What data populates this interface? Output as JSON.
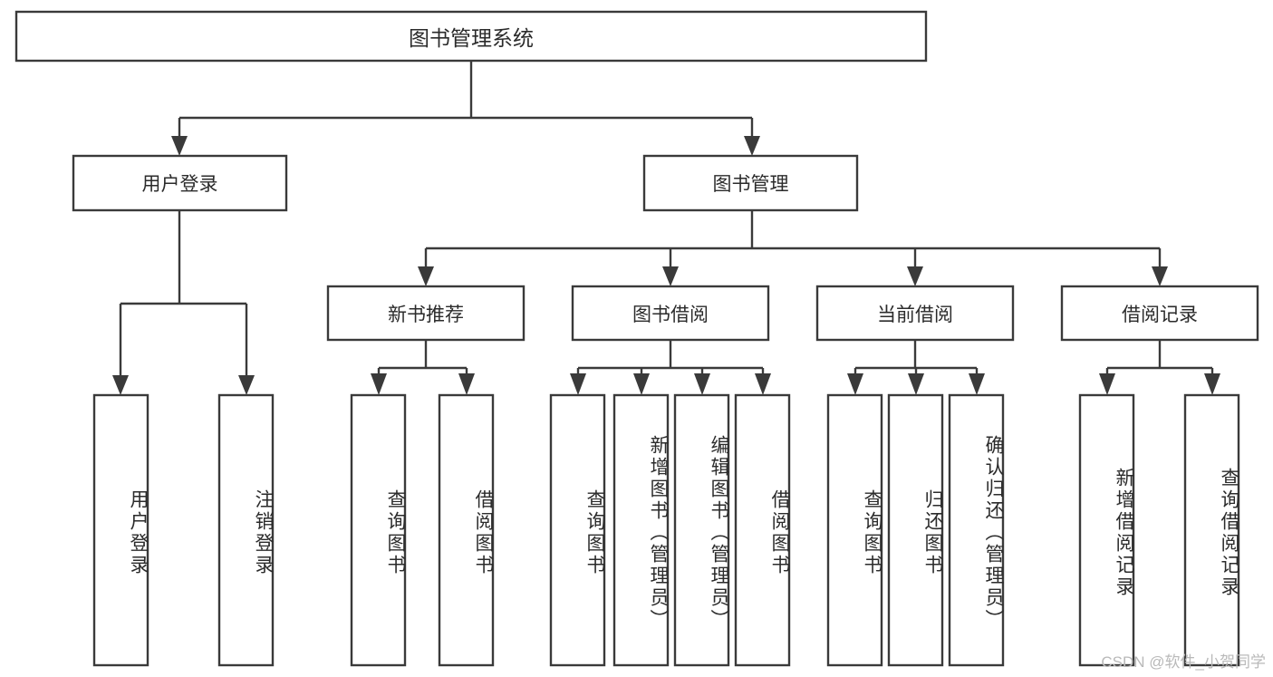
{
  "diagram": {
    "title": "图书管理系统",
    "type": "tree-hierarchy-diagram",
    "colors": {
      "stroke": "#3a3a3a",
      "fill": "#ffffff",
      "text": "#2b2b2b",
      "watermark": "#b9b9b9"
    },
    "root": {
      "label": "图书管理系统"
    },
    "level1": [
      {
        "label": "用户登录"
      },
      {
        "label": "图书管理"
      }
    ],
    "level2": [
      {
        "label": "新书推荐"
      },
      {
        "label": "图书借阅"
      },
      {
        "label": "当前借阅"
      },
      {
        "label": "借阅记录"
      }
    ],
    "leaves": {
      "user_login": [
        {
          "label": "用户登录"
        },
        {
          "label": "注销登录"
        }
      ],
      "new_book_recommend": [
        {
          "label": "查询图书"
        },
        {
          "label": "借阅图书"
        }
      ],
      "book_borrow": [
        {
          "label": "查询图书"
        },
        {
          "label": "新增图书（管理员）"
        },
        {
          "label": "编辑图书（管理员）"
        },
        {
          "label": "借阅图书"
        }
      ],
      "current_borrow": [
        {
          "label": "查询图书"
        },
        {
          "label": "归还图书"
        },
        {
          "label": "确认归还（管理员）"
        }
      ],
      "borrow_record": [
        {
          "label": "新增借阅记录"
        },
        {
          "label": "查询借阅记录"
        }
      ]
    }
  },
  "watermark": {
    "text": "CSDN @软件_小贺同学"
  }
}
